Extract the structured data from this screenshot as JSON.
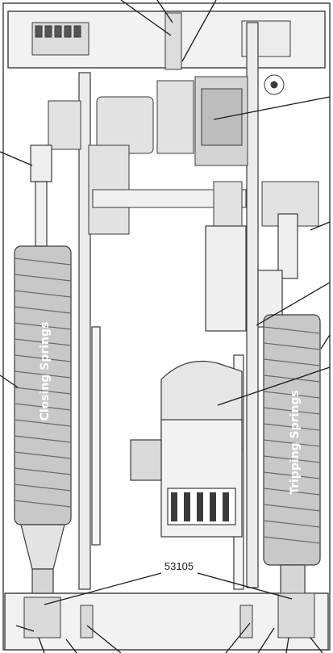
{
  "labels": {
    "closing_springs": "Closing Springs",
    "tripping_springs": "Tripping Springs",
    "part_number": "53105"
  },
  "colors": {
    "line": "#3a3a3a",
    "frame_fill": "#e9e9e9",
    "spring_fill": "#c8c8c8",
    "label_fill": "#ffffff",
    "background": "#ffffff"
  }
}
